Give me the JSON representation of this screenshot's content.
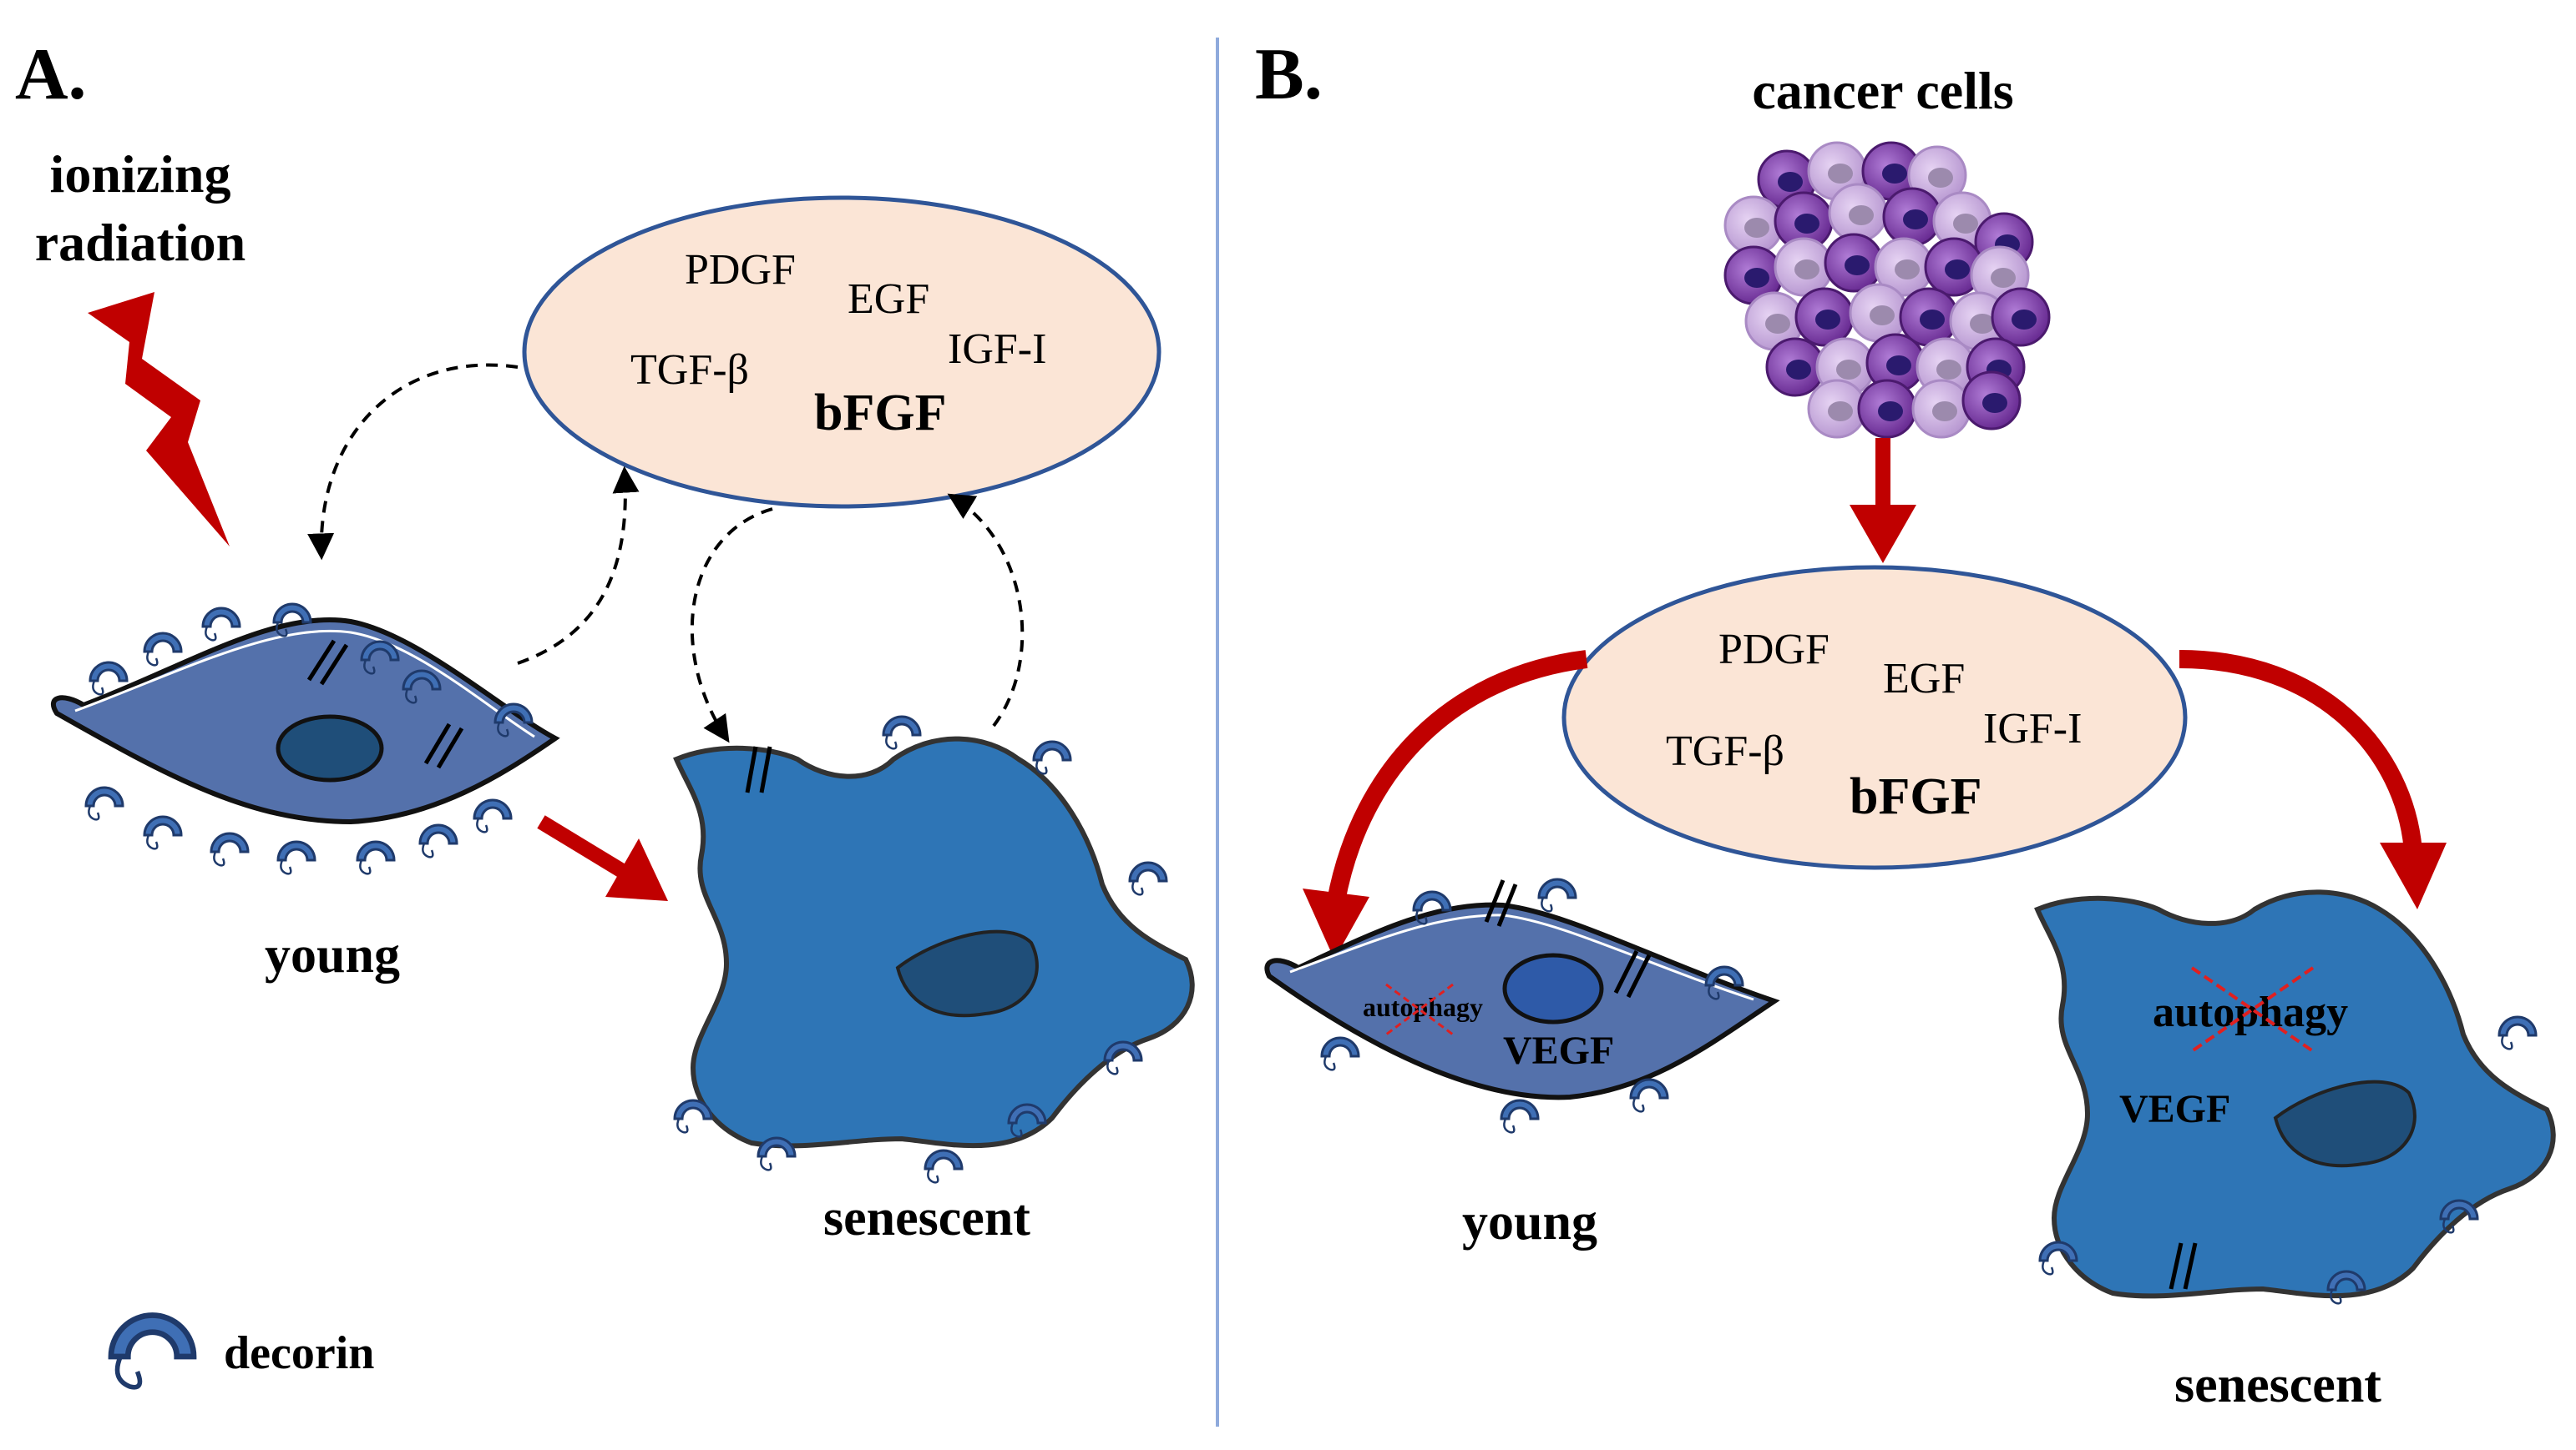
{
  "panel_a": {
    "label": "A.",
    "stimulus_line1": "ionizing",
    "stimulus_line2": "radiation",
    "factors": {
      "f1": "PDGF",
      "f2": "EGF",
      "f3": "TGF-β",
      "f4": "IGF-I",
      "f5": "bFGF"
    },
    "young_label": "young",
    "senescent_label": "senescent",
    "legend_label": "decorin"
  },
  "panel_b": {
    "label": "B.",
    "source_label": "cancer cells",
    "factors": {
      "f1": "PDGF",
      "f2": "EGF",
      "f3": "TGF-β",
      "f4": "IGF-I",
      "f5": "bFGF"
    },
    "young_label": "young",
    "young_autophagy": "autophagy",
    "young_vegf": "VEGF",
    "senescent_label": "senescent",
    "senescent_autophagy": "autophagy",
    "senescent_vegf": "VEGF"
  },
  "colors": {
    "young_cell": "#5471ab",
    "senescent_cell": "#2e75b6",
    "nucleus": "#1f4e79",
    "ellipse_fill": "#fbe5d6",
    "ellipse_stroke": "#2f5597",
    "arrow_red": "#c00000",
    "divider": "#8faadc",
    "cancer_cell": "#7030a0"
  }
}
